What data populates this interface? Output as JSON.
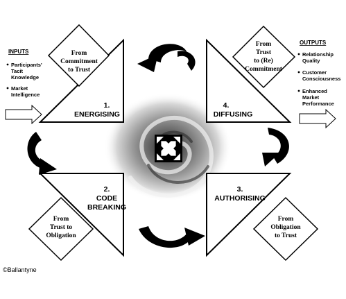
{
  "inputs": {
    "heading": "INPUTS",
    "items": [
      [
        "Participants'",
        "Tacit",
        "Knowledge"
      ],
      [
        "Market",
        "Intelligence"
      ]
    ]
  },
  "outputs": {
    "heading": "OUTPUTS",
    "items": [
      [
        "Relationship",
        "Quality"
      ],
      [
        "Customer",
        "Consciousness"
      ],
      [
        "Enhanced",
        "Market",
        "Performance"
      ]
    ]
  },
  "stages": [
    {
      "number": "1.",
      "name": "ENERGISING"
    },
    {
      "number": "2.",
      "name": "CODE",
      "name_line2": "BREAKING"
    },
    {
      "number": "3.",
      "name": "AUTHORISING"
    },
    {
      "number": "4.",
      "name": "DIFFUSING"
    }
  ],
  "transitions": {
    "top_left": [
      "From",
      "Commitment",
      "to Trust"
    ],
    "top_right": [
      "From",
      "Trust",
      "to (Re)",
      "Commitment"
    ],
    "bottom_left": [
      "From",
      "Trust to",
      "Obligation"
    ],
    "bottom_right": [
      "From",
      "Obligation",
      "to Trust"
    ]
  },
  "copyright": "©Ballantyne",
  "colors": {
    "ink": "#000000",
    "swirl_dark": "#3a3a3a",
    "swirl_light": "#d8d8d8",
    "background": "#ffffff"
  }
}
